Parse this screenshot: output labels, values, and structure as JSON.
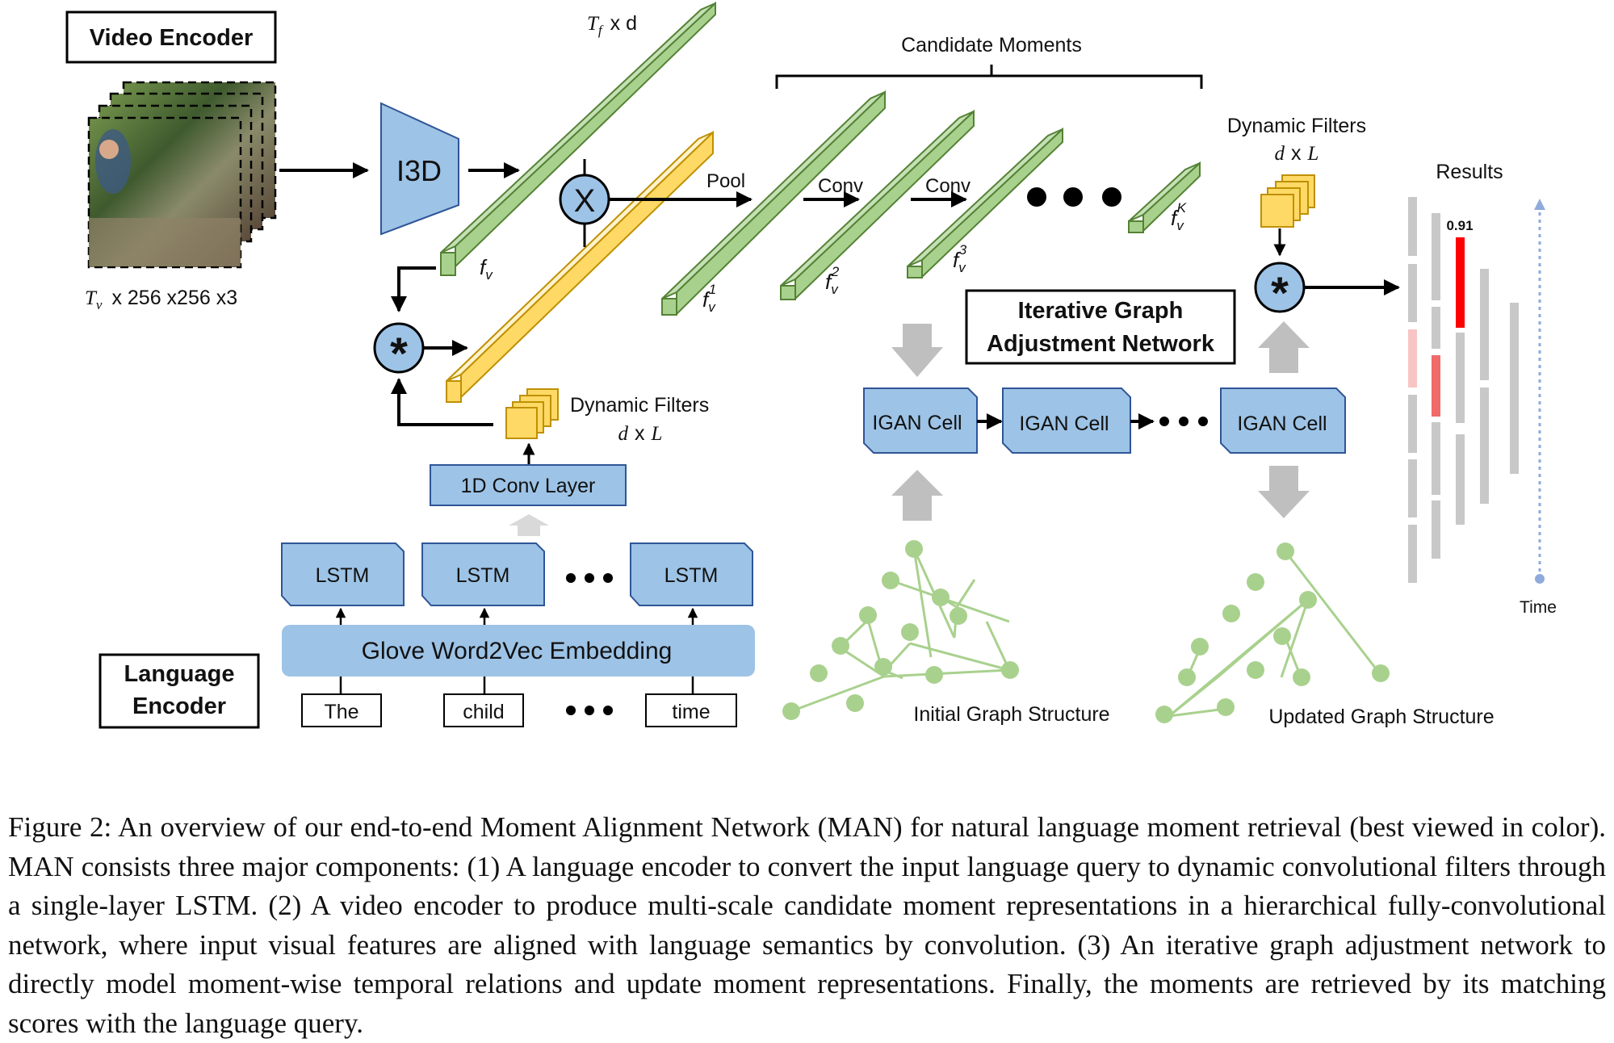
{
  "video_encoder": {
    "title": "Video Encoder",
    "input_dims_tv": "T",
    "input_dims_tv_sub": "v",
    "input_dims_rest": "x 256 x256 x3",
    "i3d_label": "I3D",
    "feature_dims_t": "T",
    "feature_dims_t_sub": "f",
    "feature_dims_rest": "x d",
    "fv_label": "f",
    "fv_sub": "v",
    "multiply_symbol": "X",
    "convolve_symbol": "*",
    "pool_label": "Pool",
    "conv_label_1": "Conv",
    "conv_label_2": "Conv",
    "candidate_moments_label": "Candidate Moments",
    "fv1_sup": "1",
    "fv2_sup": "2",
    "fv3_sup": "3",
    "fvK_sup": "K"
  },
  "language_encoder": {
    "title_line1": "Language",
    "title_line2": "Encoder",
    "dynamic_filters_label": "Dynamic Filters",
    "dynamic_filters_dims_d": "d",
    "dynamic_filters_dims_x": "x",
    "dynamic_filters_dims_l": "L",
    "conv_layer_label": "1D Conv Layer",
    "lstm_labels": [
      "LSTM",
      "LSTM",
      "LSTM"
    ],
    "embedding_label": "Glove Word2Vec Embedding",
    "words": [
      "The",
      "child",
      "time"
    ]
  },
  "igan": {
    "title_line1": "Iterative Graph",
    "title_line2": "Adjustment Network",
    "cell_labels": [
      "IGAN Cell",
      "IGAN Cell",
      "IGAN Cell"
    ],
    "initial_graph_label": "Initial Graph Structure",
    "updated_graph_label": "Updated Graph Structure"
  },
  "results": {
    "dynamic_filters_label": "Dynamic Filters",
    "dynamic_filters_dims_d": "d",
    "dynamic_filters_dims_x": "x",
    "dynamic_filters_dims_l": "L",
    "convolve_symbol": "*",
    "title": "Results",
    "score_label": "0.91",
    "time_label": "Time"
  },
  "colors": {
    "green_fill": "#a9d18e",
    "green_dark": "#548235",
    "yellow_fill": "#ffd966",
    "yellow_dark": "#bf9000",
    "blue_fill": "#9dc3e6",
    "blue_dark": "#2f5597",
    "graph_green": "#a9d18e",
    "gray_arrow": "#bfbfbf",
    "result_bar": "#c8c8c8",
    "highlight_red": "#ff0000",
    "highlight_mid": "#f06a6a",
    "highlight_light": "#f8c5c5",
    "time_axis": "#8faadc"
  },
  "caption": "Figure 2: An overview of our end-to-end Moment Alignment Network (MAN) for natural language moment retrieval (best viewed in color). MAN consists three major components: (1) A language encoder to convert the input language query to dynamic convolutional filters through a single-layer LSTM. (2) A video encoder to produce multi-scale candidate moment representations in a hierarchical fully-convolutional network, where input visual features are aligned with language semantics by convolution. (3) An iterative graph adjustment network to directly model moment-wise temporal relations and update moment representations. Finally, the moments are retrieved by its matching scores with the language query."
}
